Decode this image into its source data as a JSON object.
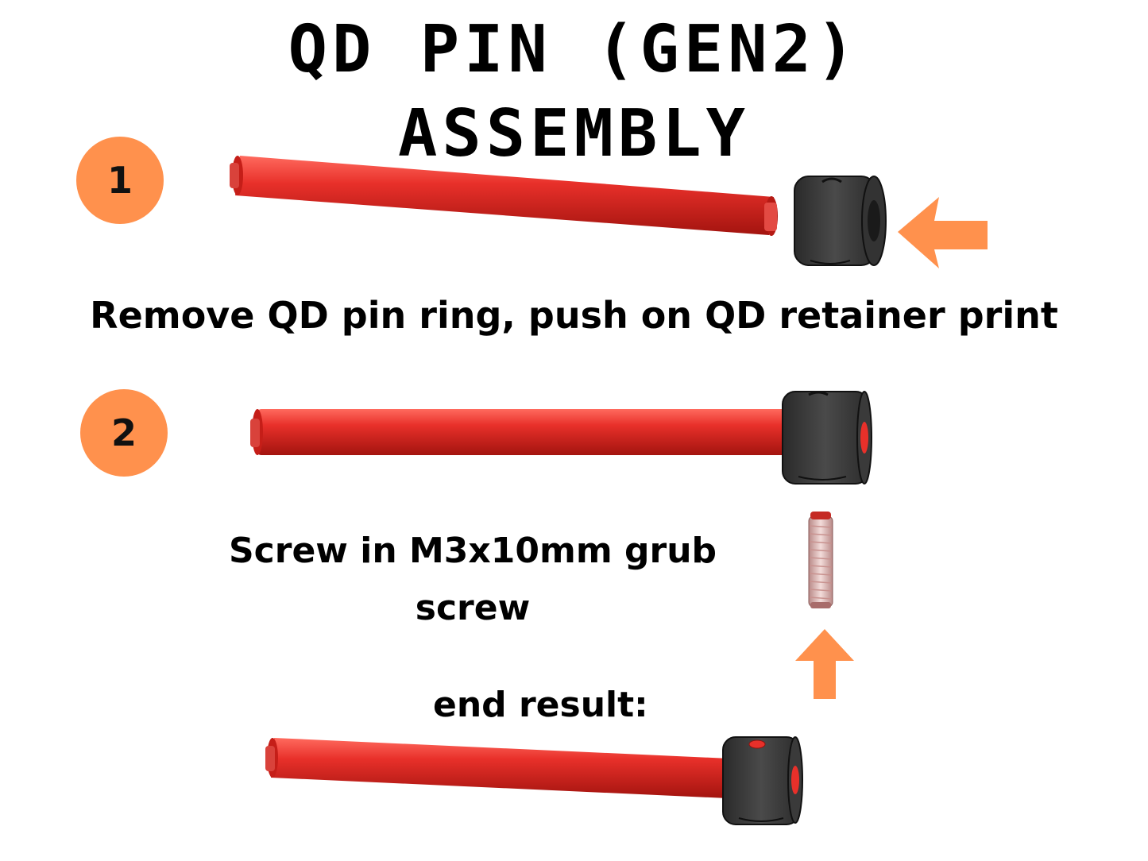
{
  "title": {
    "line1": "QD PIN (GEN2)",
    "line2": "ASSEMBLY"
  },
  "steps": [
    {
      "number": "1",
      "caption": "Remove QD pin ring, push on QD retainer print"
    },
    {
      "number": "2",
      "caption_line1": "Screw in M3x10mm grub",
      "caption_line2": "screw"
    }
  ],
  "result_label": "end result:",
  "colors": {
    "badge": "#FF914D",
    "arrow": "#FF914D",
    "pin": "#E8302A",
    "retainer": "#3A3A3A",
    "text": "#000000"
  },
  "icons": [
    "qd-pin-icon",
    "qd-retainer-icon",
    "grub-screw-icon",
    "arrow-left-icon",
    "arrow-up-icon"
  ]
}
